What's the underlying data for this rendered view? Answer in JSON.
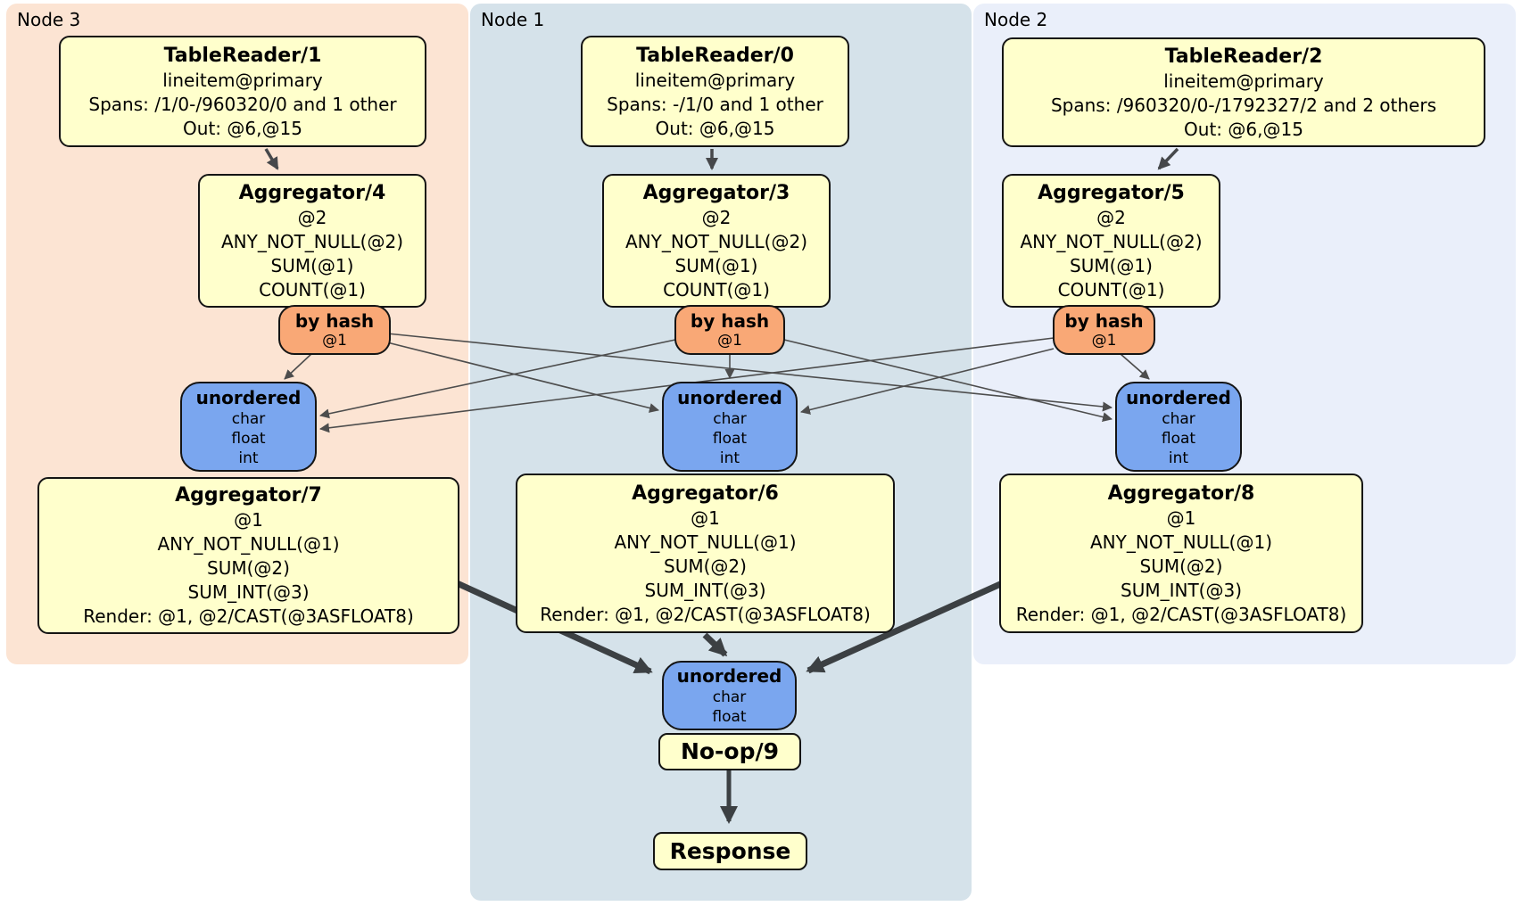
{
  "panels": [
    {
      "label": "Node 3"
    },
    {
      "label": "Node 1"
    },
    {
      "label": "Node 2"
    }
  ],
  "processors": {
    "tablereader1": {
      "title": "TableReader/1",
      "lines": [
        "lineitem@primary",
        "Spans: /1/0-/960320/0 and 1 other",
        "Out: @6,@15"
      ]
    },
    "tablereader0": {
      "title": "TableReader/0",
      "lines": [
        "lineitem@primary",
        "Spans: -/1/0 and 1 other",
        "Out: @6,@15"
      ]
    },
    "tablereader2": {
      "title": "TableReader/2",
      "lines": [
        "lineitem@primary",
        "Spans: /960320/0-/1792327/2 and 2 others",
        "Out: @6,@15"
      ]
    },
    "aggregator4": {
      "title": "Aggregator/4",
      "lines": [
        "@2",
        "ANY_NOT_NULL(@2)",
        "SUM(@1)",
        "COUNT(@1)"
      ]
    },
    "aggregator3": {
      "title": "Aggregator/3",
      "lines": [
        "@2",
        "ANY_NOT_NULL(@2)",
        "SUM(@1)",
        "COUNT(@1)"
      ]
    },
    "aggregator5": {
      "title": "Aggregator/5",
      "lines": [
        "@2",
        "ANY_NOT_NULL(@2)",
        "SUM(@1)",
        "COUNT(@1)"
      ]
    },
    "aggregator7": {
      "title": "Aggregator/7",
      "lines": [
        "@1",
        "ANY_NOT_NULL(@1)",
        "SUM(@2)",
        "SUM_INT(@3)",
        "Render: @1, @2/CAST(@3ASFLOAT8)"
      ]
    },
    "aggregator6": {
      "title": "Aggregator/6",
      "lines": [
        "@1",
        "ANY_NOT_NULL(@1)",
        "SUM(@2)",
        "SUM_INT(@3)",
        "Render: @1, @2/CAST(@3ASFLOAT8)"
      ]
    },
    "aggregator8": {
      "title": "Aggregator/8",
      "lines": [
        "@1",
        "ANY_NOT_NULL(@1)",
        "SUM(@2)",
        "SUM_INT(@3)",
        "Render: @1, @2/CAST(@3ASFLOAT8)"
      ]
    },
    "noop9": {
      "title": "No-op/9"
    },
    "response": {
      "title": "Response"
    }
  },
  "routers": [
    {
      "label": "by hash",
      "key": "@1"
    },
    {
      "label": "by hash",
      "key": "@1"
    },
    {
      "label": "by hash",
      "key": "@1"
    }
  ],
  "syncs": [
    {
      "label": "unordered",
      "types": [
        "char",
        "float",
        "int"
      ]
    },
    {
      "label": "unordered",
      "types": [
        "char",
        "float",
        "int"
      ]
    },
    {
      "label": "unordered",
      "types": [
        "char",
        "float",
        "int"
      ]
    },
    {
      "label": "unordered",
      "types": [
        "char",
        "float"
      ]
    }
  ],
  "edges": [
    {
      "from": "TableReader/1",
      "to": "Aggregator/4",
      "style": "medium-arrow"
    },
    {
      "from": "TableReader/0",
      "to": "Aggregator/3",
      "style": "medium-arrow"
    },
    {
      "from": "TableReader/2",
      "to": "Aggregator/5",
      "style": "medium-arrow"
    },
    {
      "from": "by hash (Node 3)",
      "to": "unordered (Node 3)",
      "style": "thin-arrow"
    },
    {
      "from": "by hash (Node 3)",
      "to": "unordered (Node 1)",
      "style": "thin-arrow"
    },
    {
      "from": "by hash (Node 3)",
      "to": "unordered (Node 2)",
      "style": "thin-arrow"
    },
    {
      "from": "by hash (Node 1)",
      "to": "unordered (Node 3)",
      "style": "thin-arrow"
    },
    {
      "from": "by hash (Node 1)",
      "to": "unordered (Node 1)",
      "style": "thin-arrow"
    },
    {
      "from": "by hash (Node 1)",
      "to": "unordered (Node 2)",
      "style": "thin-arrow"
    },
    {
      "from": "by hash (Node 2)",
      "to": "unordered (Node 3)",
      "style": "thin-arrow"
    },
    {
      "from": "by hash (Node 2)",
      "to": "unordered (Node 1)",
      "style": "thin-arrow"
    },
    {
      "from": "by hash (Node 2)",
      "to": "unordered (Node 2)",
      "style": "thin-arrow"
    },
    {
      "from": "Aggregator/7",
      "to": "unordered (final)",
      "style": "thick-arrow"
    },
    {
      "from": "Aggregator/6",
      "to": "unordered (final)",
      "style": "thick-arrow"
    },
    {
      "from": "Aggregator/8",
      "to": "unordered (final)",
      "style": "thick-arrow"
    },
    {
      "from": "No-op/9",
      "to": "Response",
      "style": "thick-arrow"
    }
  ],
  "colors": {
    "node3_bg": "#fce4d3",
    "node1_bg": "#d5e2ea",
    "node2_bg": "#eaeffa",
    "processor_fill": "#ffffcc",
    "router_fill": "#f9a876",
    "sync_fill": "#7aa6ef",
    "edge_thin": "#4d4d4d",
    "edge_med": "#46484b",
    "edge_thick": "#3c4043"
  }
}
